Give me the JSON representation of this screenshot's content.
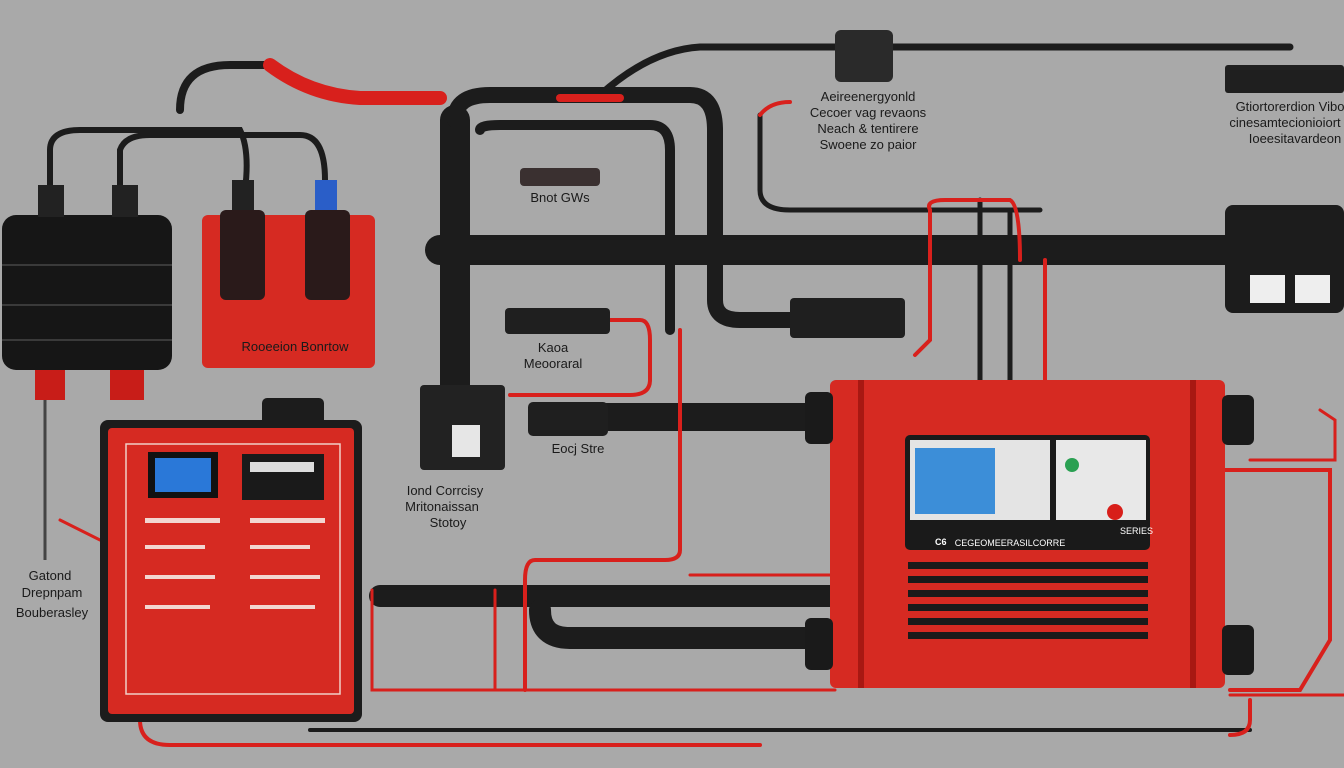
{
  "colors": {
    "background": "#a9a9a9",
    "cable_red": "#d8201c",
    "cable_black": "#1c1c1c",
    "unit_red": "#d62a22"
  },
  "labels": {
    "top_center": [
      "Aeireenergyonld",
      "Cecoer vag revaons",
      "Neach & tentirere",
      "Swoene zo paior"
    ],
    "top_right": [
      "Gtiortorerdion Vibo",
      "cinesamtecionioiort",
      "Ioeesitavardeon"
    ],
    "bnot": "Bnot GWs",
    "kaoa": [
      "Kaoa",
      "Meooraral"
    ],
    "eocj": "Eocj Stre",
    "iond": [
      "Iond Corrcisy",
      "Mritonaissan",
      "Stotoy"
    ],
    "left": [
      "Gatond",
      "Drepnpam",
      "Bouberasley"
    ],
    "red_box": "Rooeeion Bonrtow",
    "main_unit": {
      "model": "C6",
      "strip": "CEGEOMEERASILCORRE",
      "badge": "SERIES"
    }
  }
}
